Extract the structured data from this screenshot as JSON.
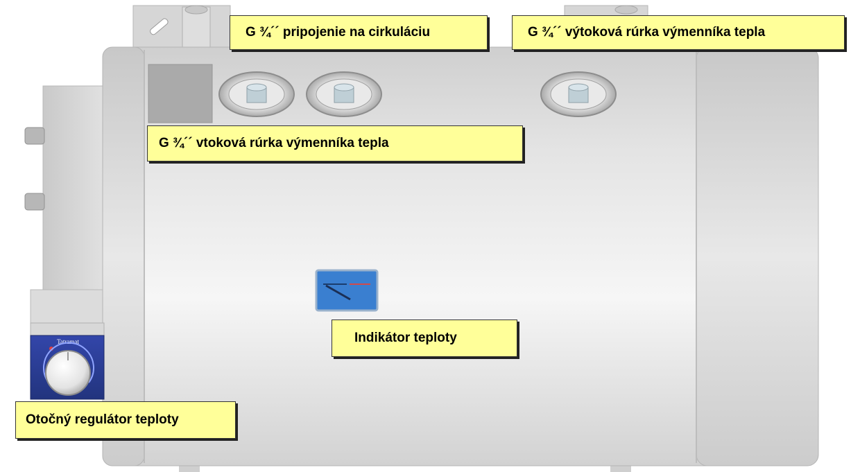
{
  "callouts": {
    "circulation": "G ¾´´  pripojenie na cirkuláciu",
    "outlet": "G ¾´´ výtoková rúrka výmenníka tepla",
    "inlet": "G ¾´´ vtoková rúrka výmenníka tepla",
    "indicator": "Indikátor teploty",
    "knob": "Otočný regulátor teploty"
  },
  "device": {
    "brand": "Tatramat",
    "tank_color": "#e6e6e6",
    "panel_color": "#2c3f9e",
    "indicator_color": "#3a7fd0",
    "callout_color": "#ffff99"
  }
}
